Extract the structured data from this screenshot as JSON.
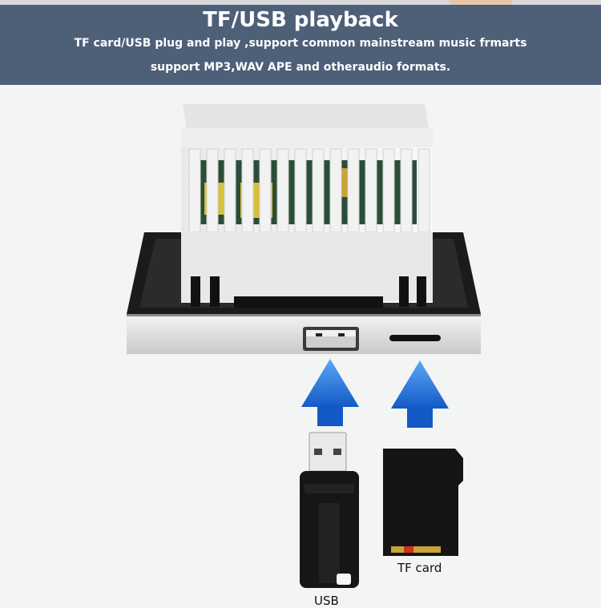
{
  "banner": {
    "title": "TF/USB playback",
    "line1": "TF card/USB plug and play ,support common mainstream music frmarts",
    "line2": "support MP3,WAV APE and otheraudio formats."
  },
  "labels": {
    "usb": "USB",
    "tf": "TF card"
  },
  "colors": {
    "banner": "#4e5f78",
    "arrow": "#1f72d6",
    "background": "#f3f4f4"
  }
}
